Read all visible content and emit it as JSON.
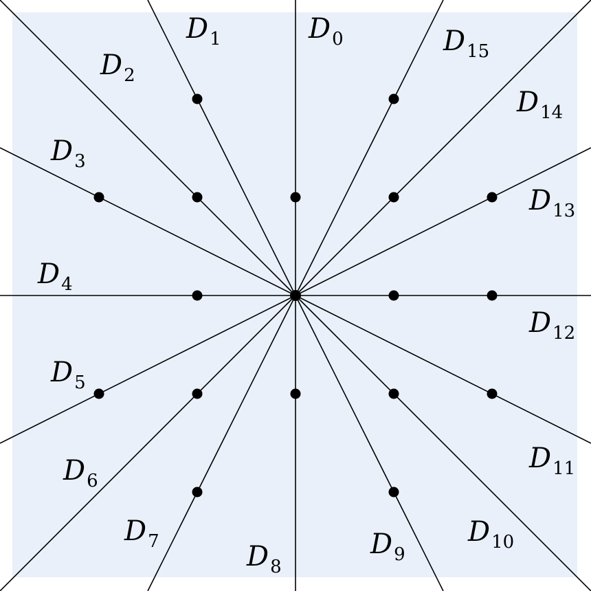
{
  "diagram": {
    "background_color": "#e9f0f9",
    "line_color": "#000000",
    "dot_color": "#000000",
    "rays": [
      {
        "direction": [
          0,
          1
        ],
        "label": "D",
        "index": "0"
      },
      {
        "direction": [
          -1,
          2
        ],
        "label": "D",
        "index": "1"
      },
      {
        "direction": [
          -1,
          1
        ],
        "label": "D",
        "index": "2"
      },
      {
        "direction": [
          -2,
          1
        ],
        "label": "D",
        "index": "3"
      },
      {
        "direction": [
          -1,
          0
        ],
        "label": "D",
        "index": "4"
      },
      {
        "direction": [
          -2,
          -1
        ],
        "label": "D",
        "index": "5"
      },
      {
        "direction": [
          -1,
          -1
        ],
        "label": "D",
        "index": "6"
      },
      {
        "direction": [
          -1,
          -2
        ],
        "label": "D",
        "index": "7"
      },
      {
        "direction": [
          0,
          -1
        ],
        "label": "D",
        "index": "8"
      },
      {
        "direction": [
          1,
          -2
        ],
        "label": "D",
        "index": "9"
      },
      {
        "direction": [
          1,
          -1
        ],
        "label": "D",
        "index": "10"
      },
      {
        "direction": [
          2,
          -1
        ],
        "label": "D",
        "index": "11"
      },
      {
        "direction": [
          1,
          0
        ],
        "label": "D",
        "index": "12"
      },
      {
        "direction": [
          2,
          1
        ],
        "label": "D",
        "index": "13"
      },
      {
        "direction": [
          1,
          1
        ],
        "label": "D",
        "index": "14"
      },
      {
        "direction": [
          1,
          2
        ],
        "label": "D",
        "index": "15"
      }
    ],
    "lattice_points": [
      [
        0,
        0
      ],
      [
        0,
        1
      ],
      [
        -1,
        2
      ],
      [
        -1,
        1
      ],
      [
        -2,
        1
      ],
      [
        -1,
        0
      ],
      [
        -2,
        -1
      ],
      [
        -1,
        -1
      ],
      [
        -1,
        -2
      ],
      [
        0,
        -1
      ],
      [
        1,
        -2
      ],
      [
        1,
        -1
      ],
      [
        2,
        -1
      ],
      [
        1,
        0
      ],
      [
        2,
        0
      ],
      [
        2,
        1
      ],
      [
        1,
        1
      ],
      [
        1,
        2
      ]
    ]
  }
}
